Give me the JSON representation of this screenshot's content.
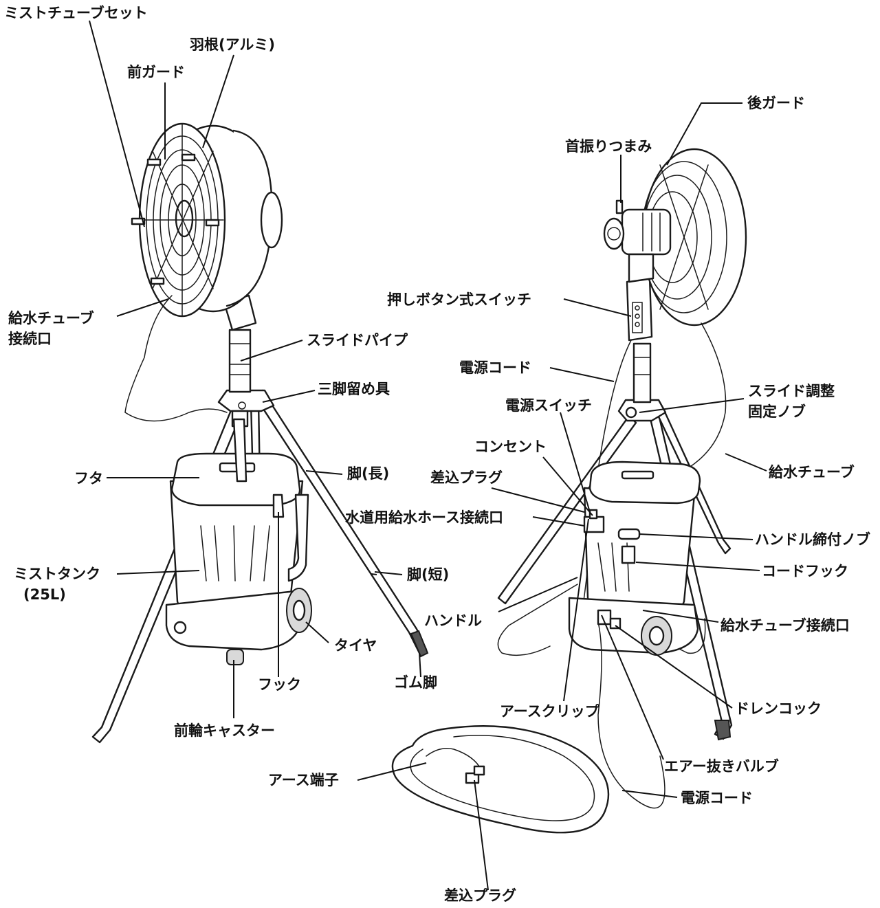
{
  "labels": {
    "mist_tube_set": "ミストチューブセット",
    "blade": "羽根(アルミ)",
    "front_guard": "前ガード",
    "water_tube_connection_left": "給水チューブ",
    "water_tube_connection_left2": "接続口",
    "slide_pipe": "スライドパイプ",
    "tripod_fixture": "三脚留め具",
    "leg_long": "脚(長)",
    "lid": "フタ",
    "mist_tank": "ミストタンク",
    "mist_tank_capacity": "(25L)",
    "leg_short": "脚(短)",
    "tire": "タイヤ",
    "rubber_foot": "ゴム脚",
    "hook": "フック",
    "front_caster": "前輪キャスター",
    "rear_guard": "後ガード",
    "oscillation_knob": "首振りつまみ",
    "push_button_switch": "押しボタン式スイッチ",
    "power_cord_top": "電源コード",
    "slide_adjust_knob": "スライド調整",
    "slide_adjust_knob2": "固定ノブ",
    "power_switch": "電源スイッチ",
    "outlet": "コンセント",
    "plug_upper": "差込プラグ",
    "water_tube": "給水チューブ",
    "hose_connection": "水道用給水ホース接続口",
    "handle_knob": "ハンドル締付ノブ",
    "cord_hook": "コードフック",
    "handle": "ハンドル",
    "water_tube_connection_right": "給水チューブ接続口",
    "drain_cock": "ドレンコック",
    "earth_clip": "アースクリップ",
    "air_valve": "エアー抜きバルブ",
    "earth_terminal": "アース端子",
    "power_cord_bottom": "電源コード",
    "plug_bottom": "差込プラグ"
  }
}
